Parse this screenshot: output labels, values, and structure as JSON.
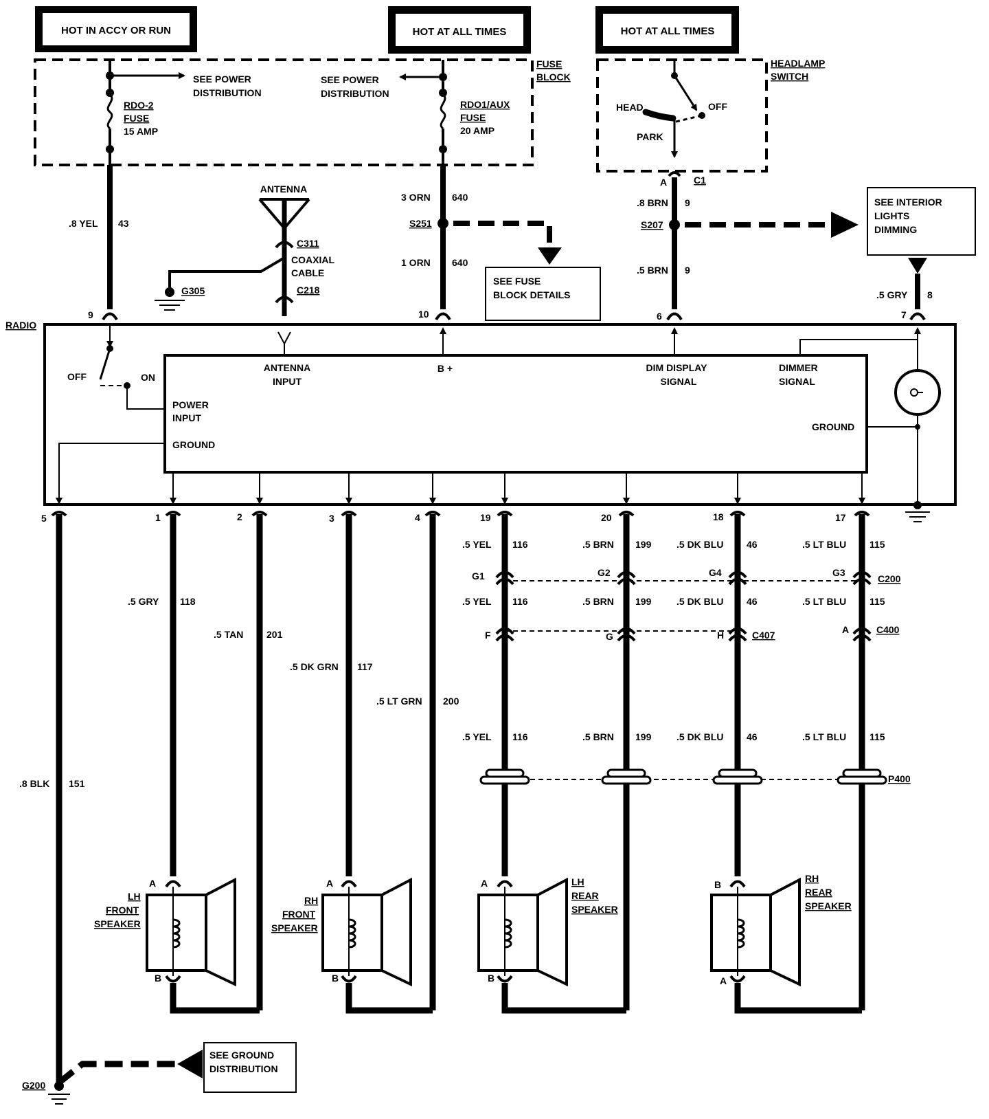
{
  "headers": {
    "accy": "HOT IN ACCY OR RUN",
    "hot1": "HOT AT ALL TIMES",
    "hot2": "HOT AT ALL TIMES"
  },
  "fuse_block": {
    "label_1": "FUSE",
    "label_2": "BLOCK",
    "see_power_1": "SEE POWER",
    "see_power_2": "DISTRIBUTION",
    "fuse1": [
      "RDO-2",
      "FUSE",
      "15 AMP"
    ],
    "fuse2": [
      "RDO1/AUX",
      "FUSE",
      "20 AMP"
    ]
  },
  "headlamp_switch": {
    "label": [
      "HEADLAMP",
      "SWITCH"
    ],
    "head": "HEAD",
    "off": "OFF",
    "park": "PARK",
    "pin": "A",
    "connector": "C1"
  },
  "antenna": {
    "label": "ANTENNA",
    "c311": "C311",
    "cable": [
      "COAXIAL",
      "CABLE"
    ],
    "c218": "C218",
    "ground": "G305"
  },
  "wires_top": {
    "w43": {
      "gauge": ".8 YEL",
      "num": "43",
      "pin": "9"
    },
    "w640a": {
      "gauge": "3 ORN",
      "num": "640"
    },
    "s251": "S251",
    "w640b": {
      "gauge": "1 ORN",
      "num": "640",
      "pin": "10"
    },
    "w9a": {
      "gauge": ".8 BRN",
      "num": "9"
    },
    "s207": "S207",
    "w9b": {
      "gauge": ".5 BRN",
      "num": "9",
      "pin": "6"
    },
    "w8": {
      "gauge": ".5 GRY",
      "num": "8",
      "pin": "7"
    }
  },
  "refs": {
    "fuse_details": [
      "SEE FUSE",
      "BLOCK DETAILS"
    ],
    "interior": [
      "SEE INTERIOR",
      "LIGHTS",
      "DIMMING"
    ],
    "ground_dist": [
      "SEE GROUND",
      "DISTRIBUTION"
    ]
  },
  "radio": {
    "label": "RADIO",
    "off": "OFF",
    "on": "ON",
    "power_input": [
      "POWER",
      "INPUT"
    ],
    "ground_left": "GROUND",
    "antenna_input": [
      "ANTENNA",
      "INPUT"
    ],
    "b_plus": "B +",
    "dim_display": [
      "DIM DISPLAY",
      "SIGNAL"
    ],
    "dimmer": [
      "DIMMER",
      "SIGNAL"
    ],
    "ground_right": "GROUND"
  },
  "pins_bottom": [
    "5",
    "1",
    "2",
    "3",
    "4",
    "19",
    "20",
    "18",
    "17"
  ],
  "wires_bottom": {
    "w151": {
      "gauge": ".8 BLK",
      "num": "151"
    },
    "w118": {
      "gauge": ".5 GRY",
      "num": "118"
    },
    "w201": {
      "gauge": ".5 TAN",
      "num": "201"
    },
    "w117": {
      "gauge": ".5 DK GRN",
      "num": "117"
    },
    "w200": {
      "gauge": ".5 LT GRN",
      "num": "200"
    },
    "w116": {
      "gauge": ".5 YEL",
      "num": "116"
    },
    "w199": {
      "gauge": ".5 BRN",
      "num": "199"
    },
    "w46": {
      "gauge": ".5 DK BLU",
      "num": "46"
    },
    "w115": {
      "gauge": ".5 LT BLU",
      "num": "115"
    }
  },
  "c200": {
    "label": "C200",
    "pins": [
      "G1",
      "G2",
      "G4",
      "G3"
    ]
  },
  "c407": {
    "label": "C407",
    "pins": [
      "F",
      "G",
      "H"
    ]
  },
  "c400": {
    "label": "C400",
    "pin": "A"
  },
  "p400": "P400",
  "speakers": {
    "lh_front": {
      "label": [
        "LH",
        "FRONT",
        "SPEAKER"
      ],
      "top": "A",
      "bot": "B"
    },
    "rh_front": {
      "label": [
        "RH",
        "FRONT",
        "SPEAKER"
      ],
      "top": "A",
      "bot": "B"
    },
    "lh_rear": {
      "label": [
        "LH",
        "REAR",
        "SPEAKER"
      ],
      "top": "A",
      "bot": "B"
    },
    "rh_rear": {
      "label": [
        "RH",
        "REAR",
        "SPEAKER"
      ],
      "top": "B",
      "bot": "A"
    }
  },
  "g200": "G200"
}
